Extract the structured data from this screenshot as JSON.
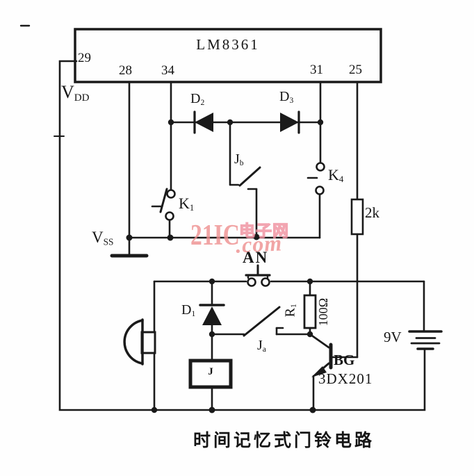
{
  "ic": {
    "title": "LM8361",
    "pin_29": "29",
    "pin_28": "28",
    "pin_34": "34",
    "pin_31": "31",
    "pin_25": "25"
  },
  "components": {
    "vdd": {
      "main": "V",
      "sub": "DD"
    },
    "vss": {
      "main": "V",
      "sub": "SS"
    },
    "d1": {
      "main": "D",
      "sub": "1"
    },
    "d2": {
      "main": "D",
      "sub": "2"
    },
    "d3": {
      "main": "D",
      "sub": "3"
    },
    "k1": {
      "main": "K",
      "sub": "1"
    },
    "k4": {
      "main": "K",
      "sub": "4"
    },
    "jb": {
      "main": "J",
      "sub": "b"
    },
    "ja": {
      "main": "J",
      "sub": "a"
    },
    "r1": {
      "main": "R",
      "sub": "1"
    },
    "r1_value": "100Ω",
    "r2_value": "2k",
    "an_button": "AN",
    "transistor_prefix": "BG",
    "transistor_model": "3DX201",
    "battery_voltage": "9V",
    "relay_coil": "J"
  },
  "watermark": {
    "brand": "21IC",
    "site_cn": "电子网",
    "domain": ".com"
  },
  "caption": "时间记忆式门铃电路",
  "colors": {
    "wire": "#1a1a1a",
    "watermark_pink": "#ef8f8f",
    "watermark_fill": "#e4e4f2"
  }
}
